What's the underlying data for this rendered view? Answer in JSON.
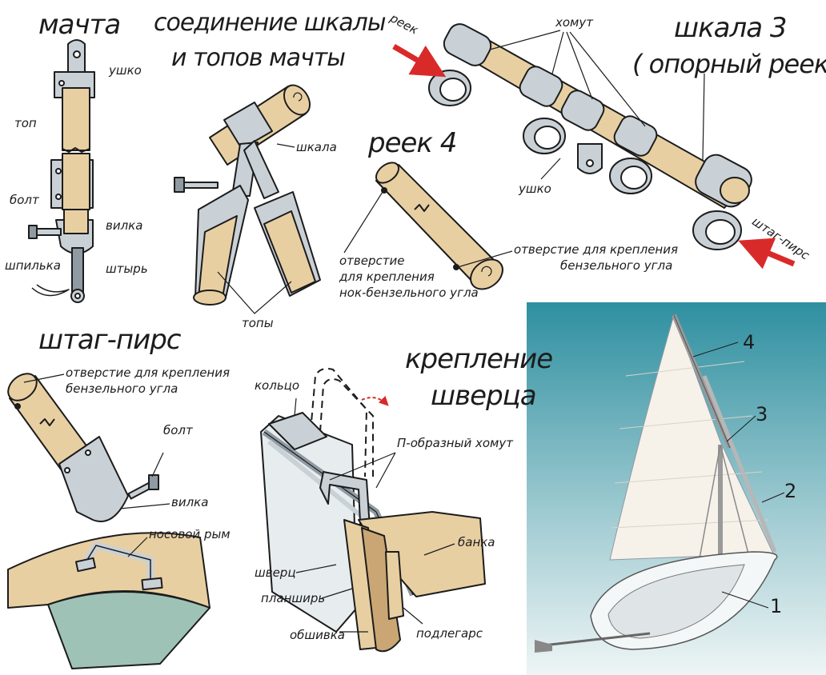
{
  "titles": {
    "mast": "мачта",
    "joint_line1": "соединение шкалы",
    "joint_line2": "и топов мачты",
    "reek4": "реек 4",
    "shkala3_line1": "шкала 3",
    "shkala3_line2": "( опорный реек )",
    "shtag_pirs": "штаг-пирс",
    "kreplenie_line1": "крепление",
    "kreplenie_line2": "шверца"
  },
  "labels": {
    "ushko_mast": "ушко",
    "top": "топ",
    "bolt_mast": "болт",
    "vilka_mast": "вилка",
    "shpilka": "шпилька",
    "shtyr": "штырь",
    "shkala": "шкала",
    "topy": "топы",
    "reek_arrow": "реек",
    "khomut": "хомут",
    "ushko_shkala": "ушко",
    "shtag_pirs_arrow": "штаг-пирс",
    "hole_left_l1": "отверстие",
    "hole_left_l2": "для крепления",
    "hole_left_l3": "нок-бензельного угла",
    "hole_right_l1": "отверстие для крепления",
    "hole_right_l2": "бензельного угла",
    "sp_hole_l1": "отверстие для крепления",
    "sp_hole_l2": "бензельного угла",
    "bolt_sp": "болт",
    "vilka_sp": "вилка",
    "nosovoy_rym": "носовой рым",
    "koltso": "кольцо",
    "p_khomut": "П-образный хомут",
    "banka": "банка",
    "shverts": "шверц",
    "planshir": "планширь",
    "obshivka": "обшивка",
    "podlegars": "подлегарс"
  },
  "numbers": {
    "n4": "4",
    "n3": "3",
    "n2": "2",
    "n1": "1"
  },
  "colors": {
    "wood": "#e8cfa2",
    "wood_dark": "#c9a673",
    "metal": "#c9d1d6",
    "metal_dark": "#8f9aa2",
    "arrow_red": "#d92a2a",
    "sea_top": "#2e8fa0",
    "sea_bottom": "#e8f1f2",
    "hull_green": "#9fc2b7",
    "ink": "#1c1c1c"
  }
}
